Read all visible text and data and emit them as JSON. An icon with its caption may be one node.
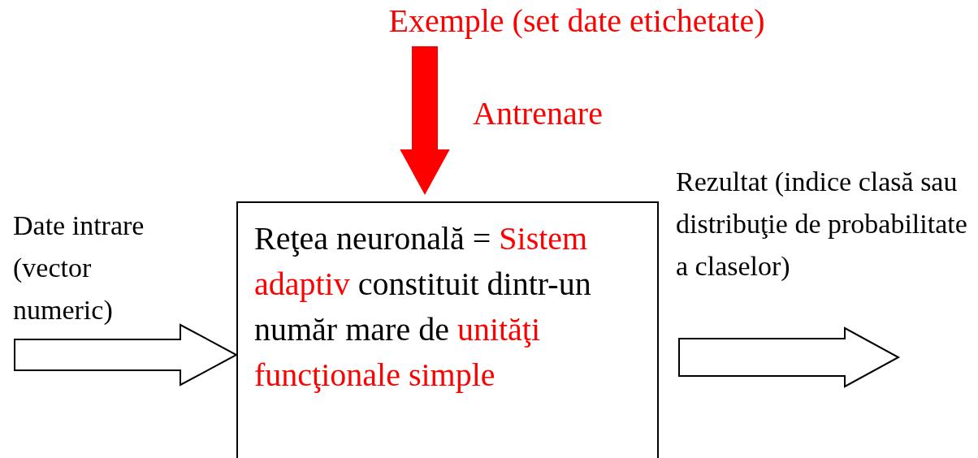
{
  "diagram": {
    "nodes": [
      {
        "text": [
          "Exemple (set date etichetate)"
        ]
      },
      {
        "text": [
          "Reţea neuronală =",
          "Sistem adaptiv",
          "constituit dintr-un număr mare de",
          "unităţi funcţionale simple"
        ]
      }
    ],
    "edges": [
      {
        "from": 0,
        "to": 1,
        "arrow": "to",
        "label": "Antrenare",
        "color": "#ff0000"
      },
      {
        "from": null,
        "to": 1,
        "arrow": "to",
        "label": "Date intrare (vector numeric)"
      },
      {
        "from": 1,
        "to": null,
        "arrow": "to",
        "label": "Rezultat (indice clasă sau distribuţie de probabilitate a claselor)"
      }
    ]
  }
}
